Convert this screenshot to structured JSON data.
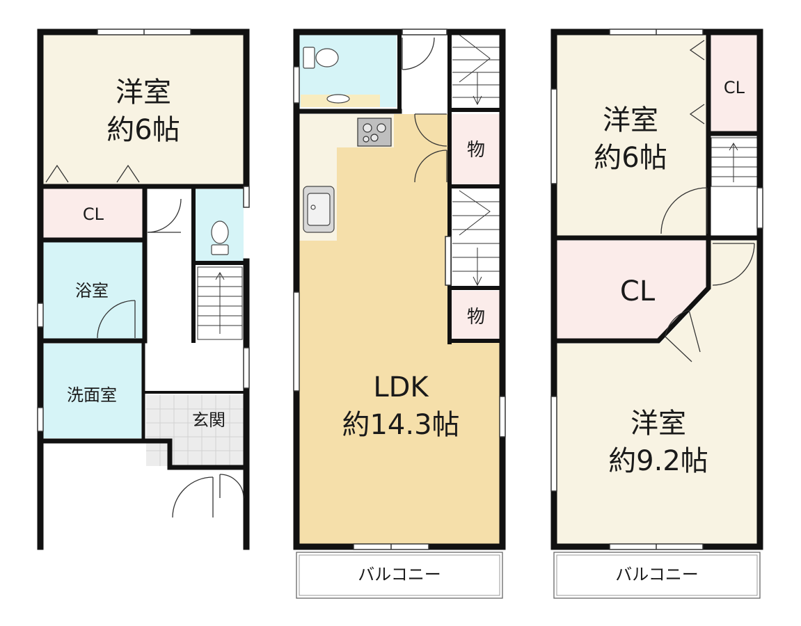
{
  "floor1": {
    "bedroom": {
      "name": "洋室",
      "size": "約6帖"
    },
    "closet": "CL",
    "bath": "浴室",
    "washroom": "洗面室",
    "entrance": "玄関"
  },
  "floor2": {
    "ldk": {
      "name": "LDK",
      "size": "約14.3帖"
    },
    "storage_upper": "物",
    "storage_lower": "物",
    "balcony": "バルコニー"
  },
  "floor3": {
    "bedroom_upper": {
      "name": "洋室",
      "size": "約6帖"
    },
    "closet_small": "CL",
    "closet_large": "CL",
    "bedroom_lower": {
      "name": "洋室",
      "size": "約9.2帖"
    },
    "balcony": "バルコニー"
  },
  "colors": {
    "wall": "#111111",
    "bedroom": "#f8f3e3",
    "closet": "#fbecea",
    "wet": "#d6f4f7",
    "ldk": "#f5dfaa",
    "kitchen": "#f8f3e3",
    "entrance_tile": "#ececec",
    "balcony": "#ffffff"
  }
}
